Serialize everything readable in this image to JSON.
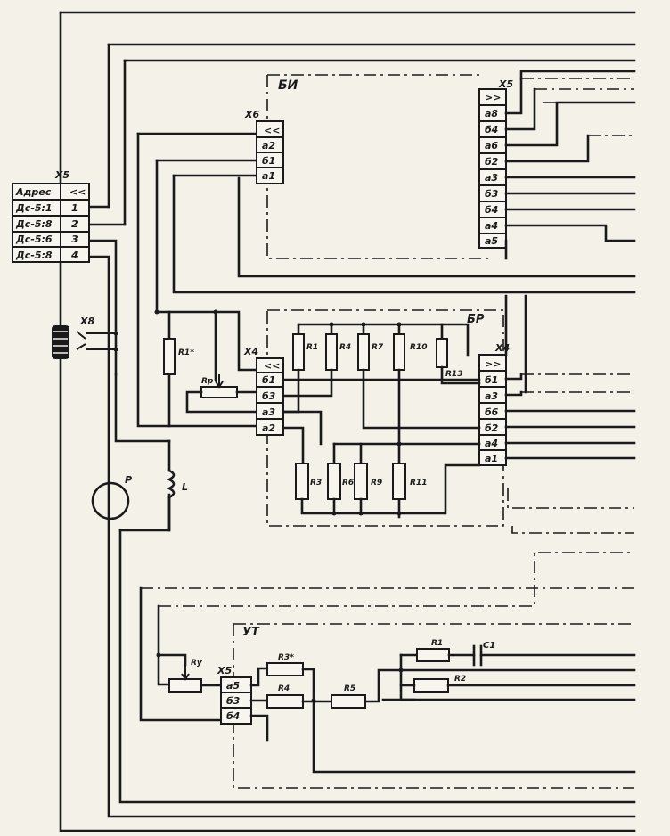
{
  "blocks": {
    "bi": {
      "name": "БИ"
    },
    "br": {
      "name": "БР"
    },
    "ut": {
      "name": "УТ"
    }
  },
  "connectors": {
    "x5_top": {
      "name": "X5",
      "header": ">>",
      "pins": [
        "а8",
        "б4",
        "а6",
        "б2",
        "а3",
        "б3",
        "б4",
        "а4",
        "а5"
      ]
    },
    "x6": {
      "name": "X6",
      "header": "<<",
      "pins": [
        "а2",
        "б1",
        "а1"
      ]
    },
    "x5_left": {
      "name": "X5",
      "header_left": "Адрес",
      "header_right": "<<",
      "rows": [
        {
          "addr": "Дс-5:1",
          "n": "1"
        },
        {
          "addr": "Дс-5:8",
          "n": "2"
        },
        {
          "addr": "Дс-5:6",
          "n": "3"
        },
        {
          "addr": "Дс-5:8",
          "n": "4"
        }
      ]
    },
    "x4_left": {
      "name": "X4",
      "header": "<<",
      "pins": [
        "б1",
        "б3",
        "а3",
        "а2"
      ]
    },
    "x4_right": {
      "name": "X4",
      "header": ">>",
      "pins": [
        "б1",
        "а3",
        "б6",
        "б2",
        "а4",
        "а1"
      ]
    },
    "x5_ut": {
      "name": "X5",
      "pins": [
        "а5",
        "б3",
        "б4"
      ]
    },
    "x8": {
      "name": "X8"
    }
  },
  "components": {
    "r1_star": "R1*",
    "rp": "Rр",
    "r1": "R1",
    "r4": "R4",
    "r7": "R7",
    "r10": "R10",
    "r13": "R13",
    "r3": "R3",
    "r6": "R6",
    "r9": "R9",
    "r11": "R11",
    "motor": "P",
    "coil": "L",
    "ry": "Rу",
    "r3_star": "R3*",
    "r4_ut": "R4",
    "r5": "R5",
    "r1_ut": "R1",
    "c1": "C1",
    "r2": "R2"
  }
}
